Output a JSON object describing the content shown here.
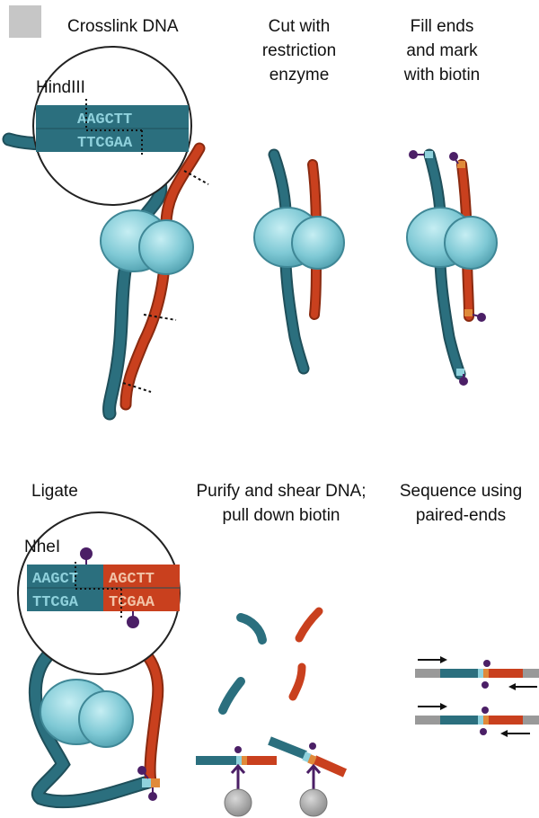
{
  "colors": {
    "teal": "#2b6f7e",
    "teal_light": "#8fd1dc",
    "orange": "#c9401e",
    "purple": "#4b1f66",
    "gray_square": "#c6c6c6",
    "bead": "#9c9c9c"
  },
  "steps": {
    "crosslink": "Crosslink DNA",
    "cut": [
      "Cut with",
      "restriction",
      "enzyme"
    ],
    "fill": [
      "Fill ends",
      "and mark",
      "with biotin"
    ],
    "ligate": "Ligate",
    "purify": [
      "Purify and shear DNA;",
      "pull down biotin"
    ],
    "sequence": [
      "Sequence using",
      "paired-ends"
    ]
  },
  "insets": {
    "hindiii": {
      "enzyme": "HindIII",
      "top": "AAGCTT",
      "bottom": "TTCGAA"
    },
    "nhei": {
      "enzyme": "NheI",
      "top_left": "AAGCT",
      "top_right": "AGCTT",
      "bottom_left": "TTCGA",
      "bottom_right": "TCGAA"
    }
  }
}
